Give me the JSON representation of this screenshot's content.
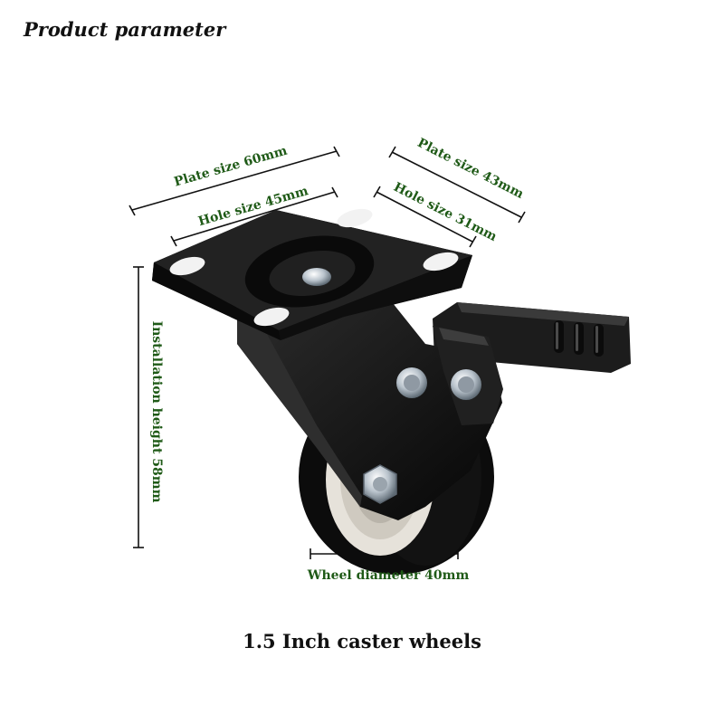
{
  "header": {
    "title": "Product parameter"
  },
  "dimensions": {
    "plate_size_width": "Plate size 60mm",
    "hole_size_width": "Hole size 45mm",
    "plate_size_depth": "Plate size 43mm",
    "hole_size_depth": "Hole size 31mm",
    "installation_height": "Installation height 58mm",
    "wheel_diameter": "Wheel diameter 40mm"
  },
  "footer": {
    "caption": "1.5 Inch  caster wheels"
  },
  "colors": {
    "label": "#1f5a17",
    "dimension_line": "#111111",
    "caster_body": "#151515"
  },
  "image": {
    "subject": "caster-wheel-with-brake"
  }
}
